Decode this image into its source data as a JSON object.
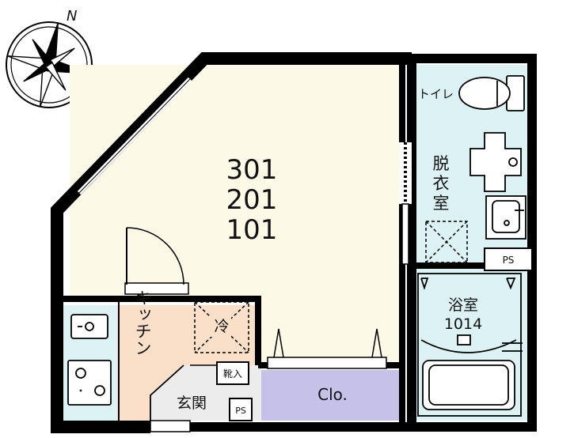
{
  "compass": {
    "north_label": "N"
  },
  "rooms": {
    "main": {
      "line1": "301",
      "line2": "201",
      "line3": "101"
    },
    "toilet": {
      "label": "トイレ"
    },
    "dressing": {
      "line1": "脱",
      "line2": "衣",
      "line3": "室"
    },
    "bath": {
      "line1": "浴室",
      "line2": "1014"
    },
    "kitchen": {
      "label": "キッチン"
    },
    "fridge": {
      "label": "冷"
    },
    "entrance": {
      "label": "玄関"
    },
    "shoe_box": {
      "label": "靴入"
    },
    "closet": {
      "label": "Clo."
    },
    "ps_upper": {
      "label": "PS"
    },
    "ps_lower": {
      "label": "PS"
    }
  },
  "colors": {
    "wall": "#000000",
    "main_room": "#fcfae6",
    "wet_area": "#dcf2f4",
    "kitchen": "#fae0c8",
    "closet": "#c5c1e8",
    "entrance": "#ececec"
  }
}
